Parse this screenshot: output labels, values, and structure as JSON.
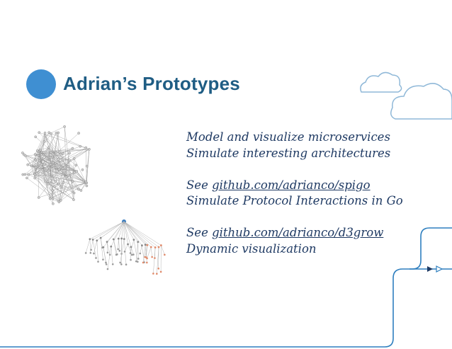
{
  "slide": {
    "title": "Adrian’s Prototypes",
    "accent_color": "#3f8fd2",
    "title_color": "#1f5d84",
    "line_color": "#2e7fbf"
  },
  "body": {
    "line1": "Model and visualize microservices",
    "line2": "Simulate interesting architectures",
    "see1_prefix": "See ",
    "see1_link": "github.com/adrianco/spigo",
    "line4": "Simulate Protocol Interactions in Go",
    "see2_prefix": "See ",
    "see2_link": "github.com/adrianco/d3grow",
    "line6": "Dynamic visualization"
  },
  "images": {
    "graph1": "microservices-network-graph",
    "graph2": "tree-growth-graph",
    "clouds": "cloud-icons"
  }
}
